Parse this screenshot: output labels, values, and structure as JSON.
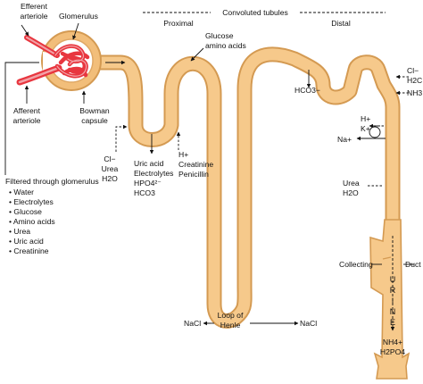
{
  "header": {
    "title": "Convoluted tubules",
    "proximal": "Proximal",
    "distal": "Distal"
  },
  "labels": {
    "efferent_1": "Efferent",
    "efferent_2": "arteriole",
    "glomerulus": "Glomerulus",
    "afferent_1": "Afferent",
    "afferent_2": "arteriole",
    "bowman_1": "Bowman",
    "bowman_2": "capsule",
    "glucose_1": "Glucose",
    "glucose_2": "amino acids",
    "hco3_right": "HCO3−",
    "loop_1": "Loop of",
    "loop_2": "Henle",
    "nacl_left": "NaCl",
    "nacl_right": "NaCl",
    "collecting": "Collecting",
    "duct": "Duct",
    "urine": [
      "U",
      "R",
      "I",
      "N",
      "E"
    ]
  },
  "filtered": {
    "title": "Filtered through glomerulus",
    "items": [
      "Water",
      "Electrolytes",
      "Glucose",
      "Amino acids",
      "Urea",
      "Uric acid",
      "Creatinine"
    ]
  },
  "secreted_left": [
    "Cl−",
    "Urea",
    "H2O"
  ],
  "reabsorbed_left": [
    "Uric acid",
    "Electrolytes",
    "HPO4²⁻",
    "HCO3"
  ],
  "secreted_prox": [
    "H+",
    "Creatinine",
    "Penicillin"
  ],
  "ions_right": [
    "Cl−",
    "H2C",
    "NH3"
  ],
  "hk": [
    "H+",
    "K+"
  ],
  "na": "Na+",
  "urea_h2o": [
    "Urea",
    "H2O"
  ],
  "urine_ions": [
    "NH4+",
    "H2PO4"
  ],
  "colors": {
    "tubule": "#f6c98b",
    "tubule_edge": "#d49a52",
    "vessel": "#e8363f",
    "vessel_light": "#f2a2a7",
    "capsule": "#f2be7a"
  }
}
